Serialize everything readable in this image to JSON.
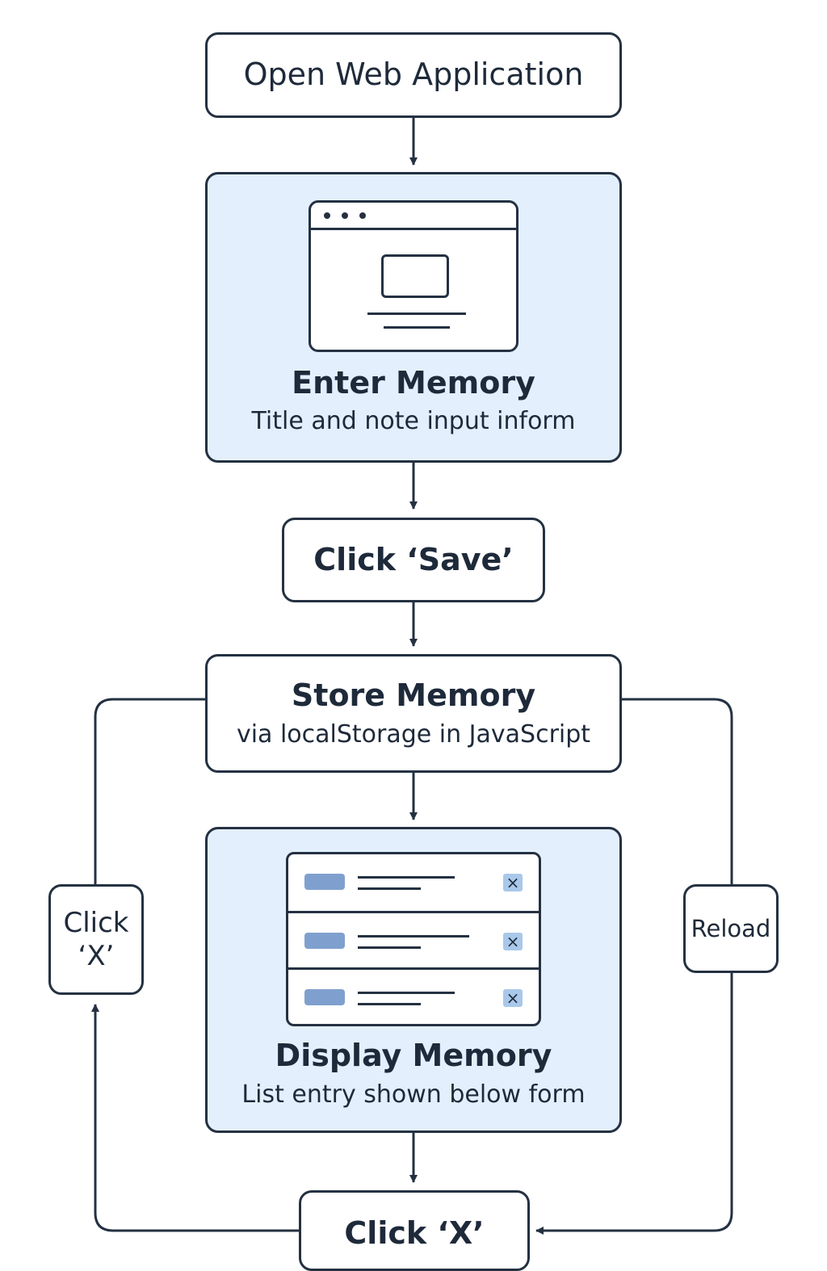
{
  "nodes": {
    "open": {
      "title": "Open Web Application"
    },
    "enter": {
      "title": "Enter Memory",
      "subtitle": "Title and note input inform"
    },
    "save": {
      "title": "Click ‘Save’"
    },
    "store": {
      "title": "Store Memory",
      "subtitle": "via localStorage in JavaScript"
    },
    "display": {
      "title": "Display Memory",
      "subtitle": "List entry shown below form"
    },
    "click_x_bottom": {
      "title": "Click ‘X’"
    },
    "click_x_side": {
      "line1": "Click",
      "line2": "‘X’"
    },
    "reload": {
      "title": "Reload"
    }
  },
  "list_rows": [
    {
      "close_glyph": "×"
    },
    {
      "close_glyph": "×"
    },
    {
      "close_glyph": "×"
    }
  ],
  "colors": {
    "stroke": "#243142",
    "tint": "#e3effc",
    "chip": "#7fa0ce",
    "close": "#a9c8ea"
  },
  "icons": [
    "browser-window-icon",
    "memory-list-icon"
  ]
}
